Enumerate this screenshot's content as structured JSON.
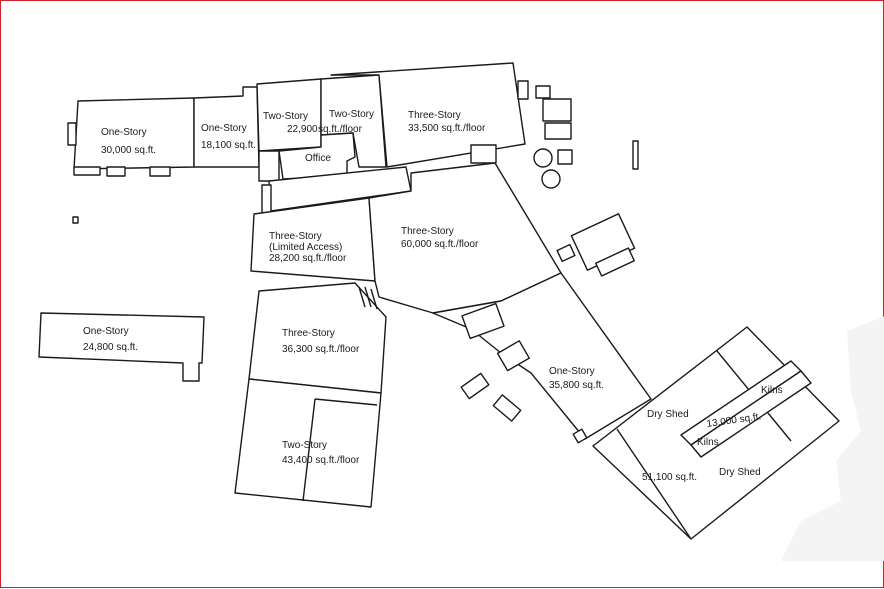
{
  "labels": {
    "b1": {
      "line1": "One-Story",
      "line2": "30,000 sq.ft."
    },
    "b2": {
      "line1": "One-Story",
      "line2": "18,100 sq.ft."
    },
    "b3": {
      "line1": "Two-Story",
      "line2": "22,900"
    },
    "b4": {
      "line1": "Two-Story",
      "line2": "sq.ft./floor"
    },
    "b5": {
      "line1": "Three-Story",
      "line2": "33,500 sq.ft./floor"
    },
    "office": "Office",
    "b6": {
      "line1": "Three-Story",
      "line2": "(Limited Access)",
      "line3": "28,200 sq.ft./floor"
    },
    "b7": {
      "line1": "Three-Story",
      "line2": "60,000 sq.ft./floor"
    },
    "b8": {
      "line1": "One-Story",
      "line2": "24,800 sq.ft."
    },
    "b9": {
      "line1": "Three-Story",
      "line2": "36,300 sq.ft./floor"
    },
    "b10": {
      "line1": "Two-Story",
      "line2": "43,400 sq.ft./floor"
    },
    "b11": {
      "line1": "One-Story",
      "line2": "35,800 sq.ft."
    },
    "dry_shed_1": "Dry Shed",
    "dry_shed_2": "Dry Shed",
    "kilns_1": "Kilns",
    "kilns_2": "Kilns",
    "kilns_area": "13,000 sq.ft.",
    "b12": "51,100 sq.ft."
  },
  "colors": {
    "frame_border": "#d0202a",
    "outline": "#1a1a1a",
    "fill": "#ffffff"
  }
}
